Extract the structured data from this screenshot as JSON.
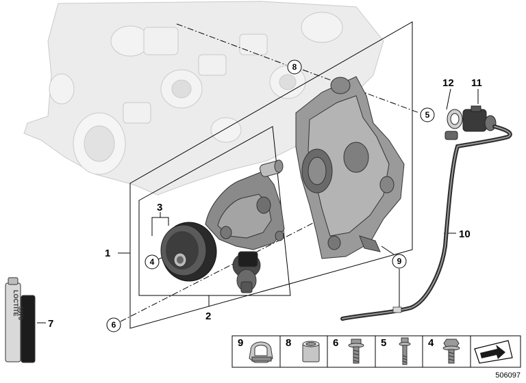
{
  "diagram_number": "506097",
  "callouts": {
    "c1": "1",
    "c2": "2",
    "c3": "3",
    "c4": "4",
    "c5": "5",
    "c6": "6",
    "c7": "7",
    "c8": "8",
    "c9": "9",
    "c10": "10",
    "c11": "11",
    "c12": "12"
  },
  "tube_label": {
    "brand": "LOCTITE",
    "code": "5970"
  },
  "parts_strip": [
    {
      "number": "9",
      "icon": "hose-clip-icon"
    },
    {
      "number": "8",
      "icon": "dowel-sleeve-icon"
    },
    {
      "number": "6",
      "icon": "flange-bolt-icon"
    },
    {
      "number": "5",
      "icon": "long-bolt-icon"
    },
    {
      "number": "4",
      "icon": "hex-bolt-icon"
    }
  ],
  "strip_end_icon": "arrow-symbol-icon"
}
